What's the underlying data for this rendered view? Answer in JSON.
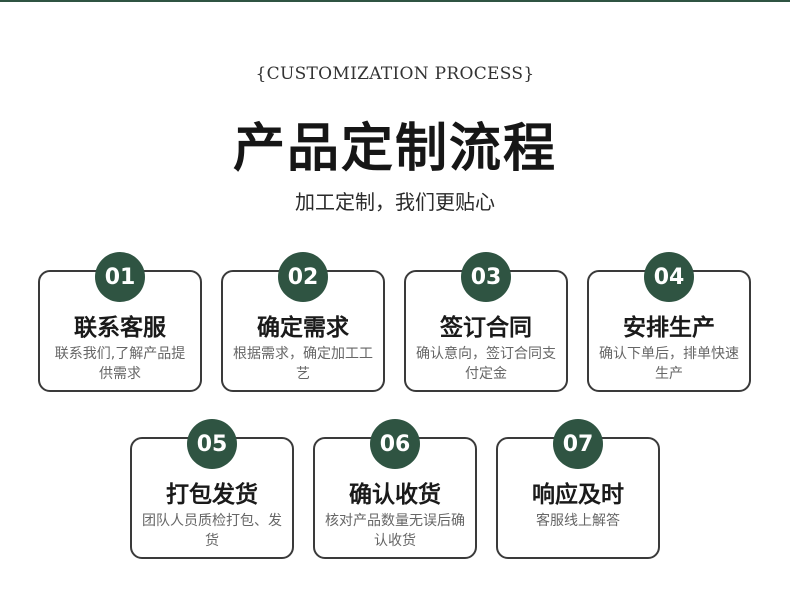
{
  "header": {
    "subtitle_en": "{CUSTOMIZATION PROCESS}",
    "title": "产品定制流程",
    "tagline": "加工定制，我们更贴心"
  },
  "steps": [
    {
      "number": "01",
      "title": "联系客服",
      "desc": "联系我们,了解产品提供需求"
    },
    {
      "number": "02",
      "title": "确定需求",
      "desc": "根据需求，确定加工工艺"
    },
    {
      "number": "03",
      "title": "签订合同",
      "desc": "确认意向，签订合同支付定金"
    },
    {
      "number": "04",
      "title": "安排生产",
      "desc": "确认下单后，排单快速生产"
    },
    {
      "number": "05",
      "title": "打包发货",
      "desc": "团队人员质检打包、发货"
    },
    {
      "number": "06",
      "title": "确认收货",
      "desc": "核对产品数量无误后确认收货"
    },
    {
      "number": "07",
      "title": "响应及时",
      "desc": "客服线上解答"
    }
  ],
  "colors": {
    "accent": "#2f5442",
    "border": "#3a3a3a"
  }
}
